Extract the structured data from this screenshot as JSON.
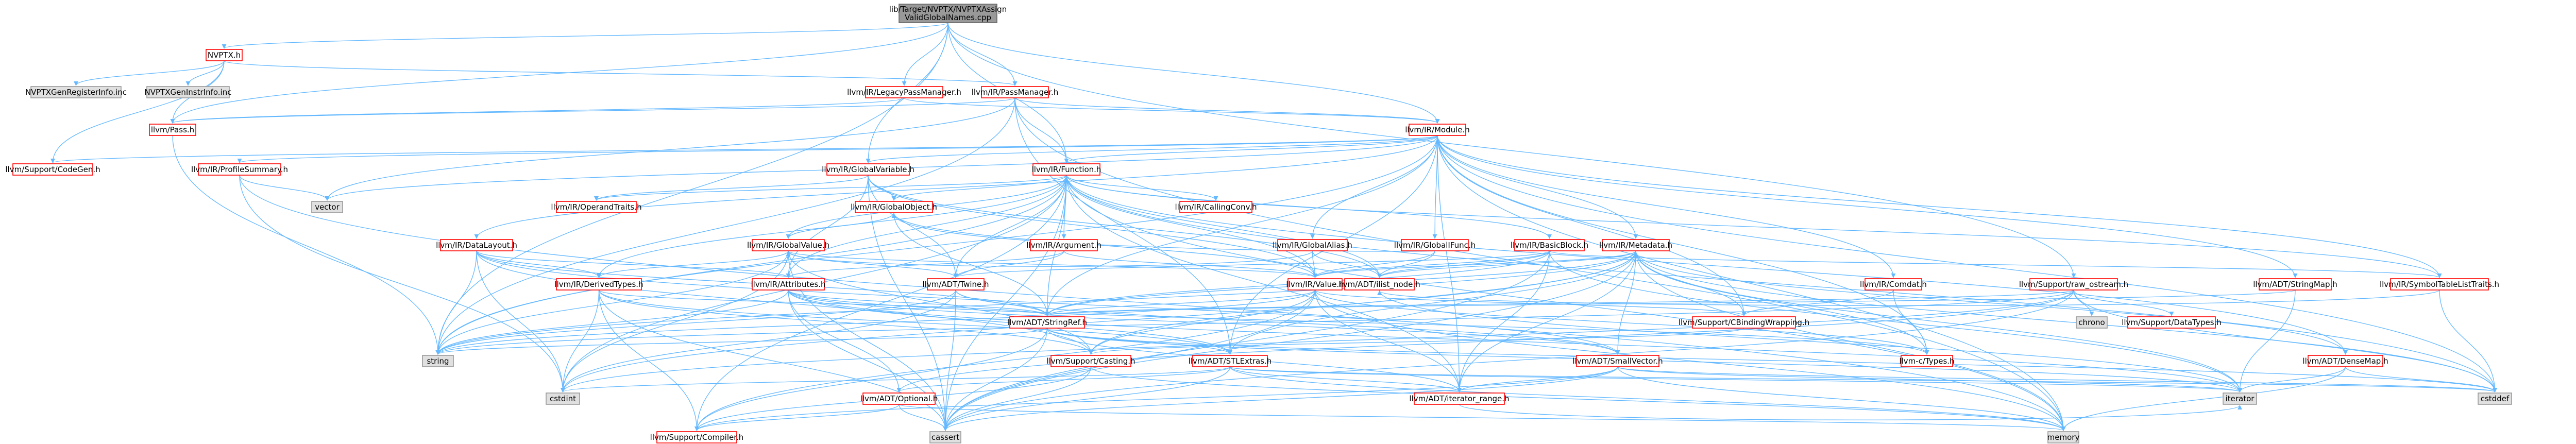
{
  "graph": {
    "root": {
      "id": "root",
      "lines": [
        "lib/Target/NVPTX/NVPTXAssign",
        "ValidGlobalNames.cpp"
      ]
    },
    "nodes": [
      {
        "id": "nvptx",
        "label": "NVPTX.h",
        "kind": "red"
      },
      {
        "id": "legacypm",
        "label": "llvm/IR/LegacyPassManager.h",
        "kind": "red"
      },
      {
        "id": "passmanager",
        "label": "llvm/IR/PassManager.h",
        "kind": "red"
      },
      {
        "id": "nvptxgen",
        "label": "NVPTXGenRegisterInfo.inc",
        "kind": "grey"
      },
      {
        "id": "nvptxinstr",
        "label": "NVPTXGenInstrInfo.inc",
        "kind": "grey"
      },
      {
        "id": "pass",
        "label": "llvm/Pass.h",
        "kind": "red"
      },
      {
        "id": "codegen",
        "label": "llvm/Support/CodeGen.h",
        "kind": "red"
      },
      {
        "id": "module",
        "label": "llvm/IR/Module.h",
        "kind": "red"
      },
      {
        "id": "profilesummary",
        "label": "llvm/IR/ProfileSummary.h",
        "kind": "red"
      },
      {
        "id": "globalvariable",
        "label": "llvm/IR/GlobalVariable.h",
        "kind": "red"
      },
      {
        "id": "function",
        "label": "llvm/IR/Function.h",
        "kind": "red"
      },
      {
        "id": "vector",
        "label": "vector",
        "kind": "grey"
      },
      {
        "id": "operandtraits",
        "label": "llvm/IR/OperandTraits.h",
        "kind": "red"
      },
      {
        "id": "globalobject",
        "label": "llvm/IR/GlobalObject.h",
        "kind": "red"
      },
      {
        "id": "callingconv",
        "label": "llvm/IR/CallingConv.h",
        "kind": "red"
      },
      {
        "id": "datalayout",
        "label": "llvm/IR/DataLayout.h",
        "kind": "red"
      },
      {
        "id": "globalvalue",
        "label": "llvm/IR/GlobalValue.h",
        "kind": "red"
      },
      {
        "id": "argument",
        "label": "llvm/IR/Argument.h",
        "kind": "red"
      },
      {
        "id": "globalalias",
        "label": "llvm/IR/GlobalAlias.h",
        "kind": "red"
      },
      {
        "id": "globalifunc",
        "label": "llvm/IR/GlobalIFunc.h",
        "kind": "red"
      },
      {
        "id": "basicblock",
        "label": "llvm/IR/BasicBlock.h",
        "kind": "red"
      },
      {
        "id": "metadata",
        "label": "llvm/IR/Metadata.h",
        "kind": "red"
      },
      {
        "id": "comdat",
        "label": "llvm/IR/Comdat.h",
        "kind": "red"
      },
      {
        "id": "stringmap",
        "label": "llvm/ADT/StringMap.h",
        "kind": "red"
      },
      {
        "id": "symtablelist",
        "label": "llvm/IR/SymbolTableListTraits.h",
        "kind": "red"
      },
      {
        "id": "rawostream",
        "label": "llvm/Support/raw_ostream.h",
        "kind": "red"
      },
      {
        "id": "derivedtypes",
        "label": "llvm/IR/DerivedTypes.h",
        "kind": "red"
      },
      {
        "id": "attributes",
        "label": "llvm/IR/Attributes.h",
        "kind": "red"
      },
      {
        "id": "twine",
        "label": "llvm/ADT/Twine.h",
        "kind": "red"
      },
      {
        "id": "value",
        "label": "llvm/IR/Value.h",
        "kind": "red"
      },
      {
        "id": "ilistnode",
        "label": "llvm/ADT/ilist_node.h",
        "kind": "red"
      },
      {
        "id": "cbindingwrapping",
        "label": "llvm/Support/CBindingWrapping.h",
        "kind": "red"
      },
      {
        "id": "chrono",
        "label": "chrono",
        "kind": "grey"
      },
      {
        "id": "datatypes",
        "label": "llvm/Support/DataTypes.h",
        "kind": "red"
      },
      {
        "id": "stringref",
        "label": "llvm/ADT/StringRef.h",
        "kind": "red"
      },
      {
        "id": "densemap",
        "label": "llvm/ADT/DenseMap.h",
        "kind": "red"
      },
      {
        "id": "string",
        "label": "string",
        "kind": "grey"
      },
      {
        "id": "casting",
        "label": "llvm/Support/Casting.h",
        "kind": "red"
      },
      {
        "id": "stlextras",
        "label": "llvm/ADT/STLExtras.h",
        "kind": "red"
      },
      {
        "id": "smallvector",
        "label": "llvm/ADT/SmallVector.h",
        "kind": "red"
      },
      {
        "id": "ctypes",
        "label": "llvm-c/Types.h",
        "kind": "red"
      },
      {
        "id": "cstdint",
        "label": "cstdint",
        "kind": "grey"
      },
      {
        "id": "optional",
        "label": "llvm/ADT/Optional.h",
        "kind": "red"
      },
      {
        "id": "iteratorrange",
        "label": "llvm/ADT/iterator_range.h",
        "kind": "red"
      },
      {
        "id": "iterator",
        "label": "iterator",
        "kind": "grey"
      },
      {
        "id": "cstddef",
        "label": "cstddef",
        "kind": "grey"
      },
      {
        "id": "compiler",
        "label": "llvm/Support/Compiler.h",
        "kind": "red"
      },
      {
        "id": "cassert",
        "label": "cassert",
        "kind": "grey"
      },
      {
        "id": "memory",
        "label": "memory",
        "kind": "grey"
      }
    ],
    "edges": [
      [
        "root",
        "nvptx"
      ],
      [
        "root",
        "legacypm"
      ],
      [
        "root",
        "passmanager"
      ],
      [
        "root",
        "module"
      ],
      [
        "root",
        "function"
      ],
      [
        "root",
        "globalvariable"
      ],
      [
        "root",
        "rawostream"
      ],
      [
        "root",
        "string"
      ],
      [
        "root",
        "pass"
      ],
      [
        "nvptx",
        "nvptxgen"
      ],
      [
        "nvptx",
        "nvptxinstr"
      ],
      [
        "nvptx",
        "pass"
      ],
      [
        "nvptx",
        "codegen"
      ],
      [
        "nvptx",
        "passmanager"
      ],
      [
        "legacypm",
        "pass"
      ],
      [
        "legacypm",
        "module"
      ],
      [
        "passmanager",
        "module"
      ],
      [
        "passmanager",
        "function"
      ],
      [
        "passmanager",
        "stlextras"
      ],
      [
        "passmanager",
        "memory"
      ],
      [
        "passmanager",
        "vector"
      ],
      [
        "passmanager",
        "string"
      ],
      [
        "passmanager",
        "pass"
      ],
      [
        "pass",
        "string"
      ],
      [
        "module",
        "profilesummary"
      ],
      [
        "module",
        "globalvariable"
      ],
      [
        "module",
        "function"
      ],
      [
        "module",
        "globalalias"
      ],
      [
        "module",
        "globalifunc"
      ],
      [
        "module",
        "metadata"
      ],
      [
        "module",
        "comdat"
      ],
      [
        "module",
        "datalayout"
      ],
      [
        "module",
        "stringmap"
      ],
      [
        "module",
        "symtablelist"
      ],
      [
        "module",
        "cbindingwrapping"
      ],
      [
        "module",
        "stringref"
      ],
      [
        "module",
        "iteratorrange"
      ],
      [
        "module",
        "codegen"
      ],
      [
        "module",
        "memory"
      ],
      [
        "module",
        "vector"
      ],
      [
        "module",
        "string"
      ],
      [
        "module",
        "cstddef"
      ],
      [
        "module",
        "stlextras"
      ],
      [
        "module",
        "ctypes"
      ],
      [
        "profilesummary",
        "vector"
      ],
      [
        "profilesummary",
        "cstdint"
      ],
      [
        "profilesummary",
        "memory"
      ],
      [
        "globalvariable",
        "globalobject"
      ],
      [
        "globalvariable",
        "operandtraits"
      ],
      [
        "globalvariable",
        "attributes"
      ],
      [
        "globalvariable",
        "twine"
      ],
      [
        "globalvariable",
        "ilistnode"
      ],
      [
        "globalvariable",
        "cassert"
      ],
      [
        "globalvariable",
        "value"
      ],
      [
        "function",
        "callingconv"
      ],
      [
        "function",
        "argument"
      ],
      [
        "function",
        "basicblock"
      ],
      [
        "function",
        "globalobject"
      ],
      [
        "function",
        "globalvalue"
      ],
      [
        "function",
        "derivedtypes"
      ],
      [
        "function",
        "attributes"
      ],
      [
        "function",
        "operandtraits"
      ],
      [
        "function",
        "symtablelist"
      ],
      [
        "function",
        "value"
      ],
      [
        "function",
        "ilistnode"
      ],
      [
        "function",
        "twine"
      ],
      [
        "function",
        "stringref"
      ],
      [
        "function",
        "compiler"
      ],
      [
        "function",
        "cassert"
      ],
      [
        "function",
        "cstddef"
      ],
      [
        "function",
        "cstdint"
      ],
      [
        "function",
        "memory"
      ],
      [
        "function",
        "string"
      ],
      [
        "function",
        "iteratorrange"
      ],
      [
        "function",
        "densemap"
      ],
      [
        "globalobject",
        "globalvalue"
      ],
      [
        "globalobject",
        "value"
      ],
      [
        "globalobject",
        "stringref"
      ],
      [
        "datalayout",
        "derivedtypes"
      ],
      [
        "datalayout",
        "stringref"
      ],
      [
        "datalayout",
        "smallvector"
      ],
      [
        "datalayout",
        "casting"
      ],
      [
        "datalayout",
        "cstdint"
      ],
      [
        "datalayout",
        "string"
      ],
      [
        "datalayout",
        "attributes"
      ],
      [
        "globalvalue",
        "derivedtypes"
      ],
      [
        "globalvalue",
        "value"
      ],
      [
        "globalvalue",
        "twine"
      ],
      [
        "globalvalue",
        "casting"
      ],
      [
        "globalvalue",
        "cassert"
      ],
      [
        "globalvalue",
        "cstdint"
      ],
      [
        "globalvalue",
        "string"
      ],
      [
        "argument",
        "attributes"
      ],
      [
        "argument",
        "value"
      ],
      [
        "argument",
        "twine"
      ],
      [
        "globalalias",
        "globalvalue"
      ],
      [
        "globalalias",
        "ilistnode"
      ],
      [
        "globalalias",
        "value"
      ],
      [
        "globalifunc",
        "globalobject"
      ],
      [
        "globalifunc",
        "ilistnode"
      ],
      [
        "globalifunc",
        "value"
      ],
      [
        "basicblock",
        "value"
      ],
      [
        "basicblock",
        "ilistnode"
      ],
      [
        "basicblock",
        "twine"
      ],
      [
        "basicblock",
        "iteratorrange"
      ],
      [
        "basicblock",
        "stringref"
      ],
      [
        "basicblock",
        "cassert"
      ],
      [
        "basicblock",
        "iterator"
      ],
      [
        "basicblock",
        "symtablelist"
      ],
      [
        "metadata",
        "value"
      ],
      [
        "metadata",
        "stlextras"
      ],
      [
        "metadata",
        "smallvector"
      ],
      [
        "metadata",
        "stringref"
      ],
      [
        "metadata",
        "casting"
      ],
      [
        "metadata",
        "ctypes"
      ],
      [
        "metadata",
        "cbindingwrapping"
      ],
      [
        "metadata",
        "iteratorrange"
      ],
      [
        "metadata",
        "ilistnode"
      ],
      [
        "metadata",
        "densemap"
      ],
      [
        "metadata",
        "cassert"
      ],
      [
        "metadata",
        "cstddef"
      ],
      [
        "metadata",
        "memory"
      ],
      [
        "metadata",
        "string"
      ],
      [
        "metadata",
        "iterator"
      ],
      [
        "metadata",
        "cstdint"
      ],
      [
        "comdat",
        "ctypes"
      ],
      [
        "comdat",
        "cbindingwrapping"
      ],
      [
        "stringmap",
        "stringref"
      ],
      [
        "stringmap",
        "iterator"
      ],
      [
        "symtablelist",
        "ilistnode"
      ],
      [
        "symtablelist",
        "cstddef"
      ],
      [
        "rawostream",
        "stringref"
      ],
      [
        "rawostream",
        "datatypes"
      ],
      [
        "rawostream",
        "chrono"
      ],
      [
        "rawostream",
        "cassert"
      ],
      [
        "rawostream",
        "cstddef"
      ],
      [
        "rawostream",
        "cstdint"
      ],
      [
        "rawostream",
        "string"
      ],
      [
        "rawostream",
        "optional"
      ],
      [
        "derivedtypes",
        "stringref"
      ],
      [
        "derivedtypes",
        "casting"
      ],
      [
        "derivedtypes",
        "compiler"
      ],
      [
        "derivedtypes",
        "cassert"
      ],
      [
        "derivedtypes",
        "cstdint"
      ],
      [
        "derivedtypes",
        "stlextras"
      ],
      [
        "attributes",
        "optional"
      ],
      [
        "attributes",
        "stringref"
      ],
      [
        "attributes",
        "stlextras"
      ],
      [
        "attributes",
        "smallvector"
      ],
      [
        "attributes",
        "ctypes"
      ],
      [
        "attributes",
        "iterator"
      ],
      [
        "attributes",
        "string"
      ],
      [
        "attributes",
        "cassert"
      ],
      [
        "twine",
        "stringref"
      ],
      [
        "twine",
        "smallvector"
      ],
      [
        "twine",
        "cassert"
      ],
      [
        "twine",
        "cstdint"
      ],
      [
        "twine",
        "string"
      ],
      [
        "value",
        "ctypes"
      ],
      [
        "value",
        "stringref"
      ],
      [
        "value",
        "casting"
      ],
      [
        "value",
        "iteratorrange"
      ],
      [
        "value",
        "cbindingwrapping"
      ],
      [
        "value",
        "cassert"
      ],
      [
        "value",
        "compiler"
      ],
      [
        "value",
        "memory"
      ],
      [
        "value",
        "string"
      ],
      [
        "ilistnode",
        "iterator"
      ],
      [
        "cbindingwrapping",
        "casting"
      ],
      [
        "stringref",
        "stlextras"
      ],
      [
        "stringref",
        "iteratorrange"
      ],
      [
        "stringref",
        "compiler"
      ],
      [
        "stringref",
        "cassert"
      ],
      [
        "stringref",
        "cstddef"
      ],
      [
        "stringref",
        "string"
      ],
      [
        "stringref",
        "iterator"
      ],
      [
        "densemap",
        "cstddef"
      ],
      [
        "densemap",
        "iterator"
      ],
      [
        "densemap",
        "memory"
      ],
      [
        "casting",
        "compiler"
      ],
      [
        "casting",
        "cassert"
      ],
      [
        "casting",
        "memory"
      ],
      [
        "stlextras",
        "optional"
      ],
      [
        "stlextras",
        "iteratorrange"
      ],
      [
        "stlextras",
        "iterator"
      ],
      [
        "stlextras",
        "cassert"
      ],
      [
        "stlextras",
        "cstddef"
      ],
      [
        "stlextras",
        "cstdint"
      ],
      [
        "stlextras",
        "memory"
      ],
      [
        "smallvector",
        "iteratorrange"
      ],
      [
        "smallvector",
        "compiler"
      ],
      [
        "smallvector",
        "cassert"
      ],
      [
        "smallvector",
        "cstddef"
      ],
      [
        "smallvector",
        "iterator"
      ],
      [
        "smallvector",
        "memory"
      ],
      [
        "optional",
        "compiler"
      ],
      [
        "optional",
        "cassert"
      ],
      [
        "optional",
        "memory"
      ],
      [
        "iteratorrange",
        "iterator"
      ]
    ]
  }
}
